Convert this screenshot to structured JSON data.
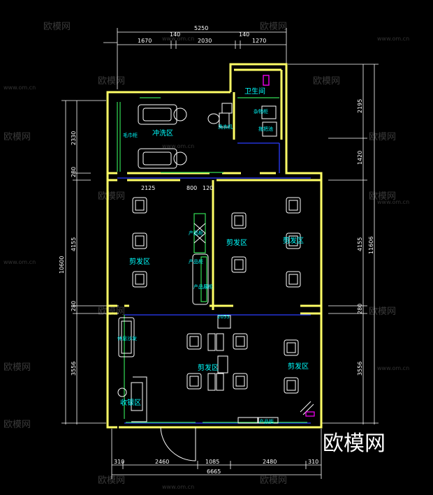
{
  "brand": "欧模网",
  "watermarks": {
    "text": "欧模网",
    "url": "www.om.cn"
  },
  "dimensions": {
    "top_total": "5250",
    "top_parts": [
      "1670",
      "140",
      "2030",
      "140",
      "1270"
    ],
    "bottom_parts": [
      "310",
      "2460",
      "1085",
      "2480",
      "310"
    ],
    "bottom_total": "6665",
    "left_outer": "10600",
    "left_parts": [
      "2330",
      "280",
      "4155",
      "280",
      "3556"
    ],
    "right_outer": "11606",
    "right_parts": [
      "2195",
      "1420",
      "4155",
      "280",
      "3556"
    ],
    "interior": [
      "2125",
      "800",
      "120"
    ],
    "mid_tag": "2055"
  },
  "rooms": {
    "wash_area": "冲洗区",
    "toilet": "卫生间",
    "cut_left": "剪发区",
    "cut_right_top": "剪发区",
    "cut_mid": "剪发区",
    "cut_center_low": "剪发区",
    "cut_right_low": "剪发区",
    "cashier": "收银区"
  },
  "labels": {
    "towel_cabinet": "毛巾柜",
    "washer": "洗衣机",
    "storage": "杂物柜",
    "mop_pool": "拖把池",
    "products_a": "产品柜",
    "products_b": "产品柜",
    "products_c": "产品展柜",
    "waiting_sofa": "休息沙发",
    "product_shelf": "产品柜"
  }
}
